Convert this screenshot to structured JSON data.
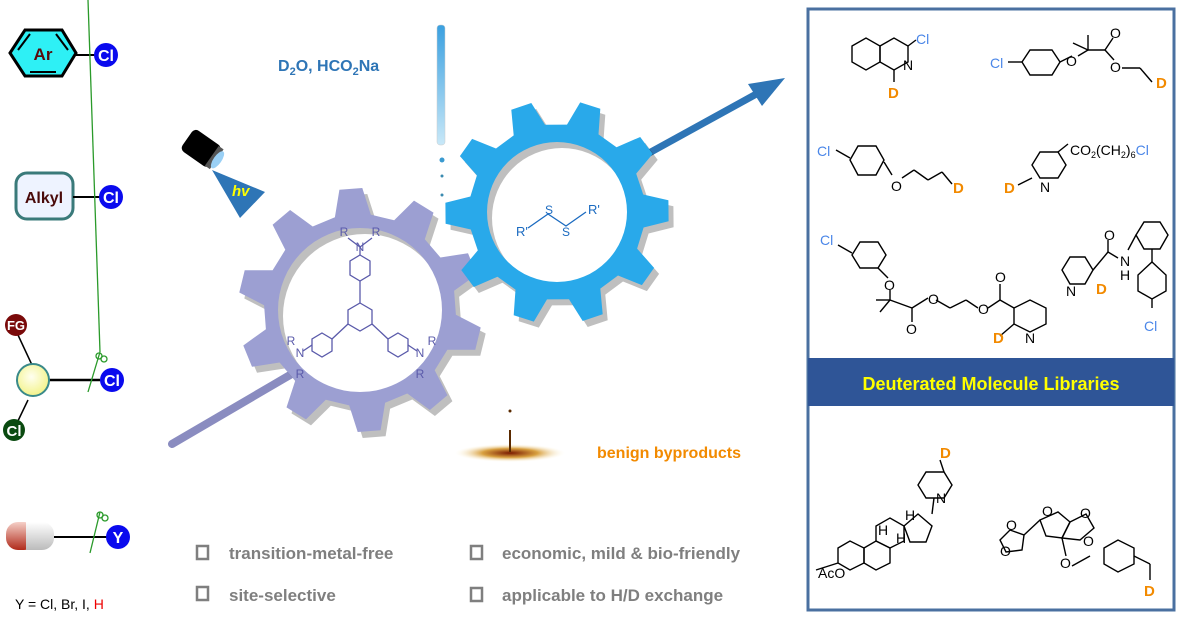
{
  "left_substrates": {
    "aryl": {
      "ring_label": "Ar",
      "leaving_group": "Cl"
    },
    "alkyl": {
      "box_label": "Alkyl",
      "leaving_group": "Cl"
    },
    "multi": {
      "fg_label": "FG",
      "leaving_group": "Cl",
      "second_cl": "Cl"
    },
    "capsule": {
      "leaving_group": "Y"
    },
    "y_def": {
      "prefix": "Y = Cl, Br, I, ",
      "h": "H"
    }
  },
  "light": {
    "label": "hv"
  },
  "reagents": {
    "d2o": "D",
    "d2o_sub": "2",
    "d2o_rest": "O, HCO",
    "hco2_sub": "2",
    "na": "Na"
  },
  "catalyst": {
    "r": "R",
    "n": "N"
  },
  "thiol": {
    "r1": "R'",
    "s1": "S",
    "s2": "S",
    "r2": "R'"
  },
  "byproducts": "benign byproducts",
  "features": [
    "transition-metal-free",
    "site-selective",
    "economic, mild & bio-friendly",
    "applicable to H/D exchange"
  ],
  "library": {
    "banner": "Deuterated Molecule  Libraries",
    "cl": "Cl",
    "d": "D",
    "n": "N",
    "o": "O",
    "h": "H",
    "ester_chain": "CO",
    "ester_sub": "2",
    "ch2": "(CH",
    "ch2_sub": "2",
    "ch2_close": ")",
    "six": "6",
    "aco": "AcO"
  },
  "colors": {
    "reagent_blue": "#2e75b6",
    "orange": "#f28a00",
    "banner": "#2f5597",
    "banner_text": "#ffff00",
    "gear_purple": "#9c9fd2",
    "gear_blue": "#29a9ea"
  }
}
